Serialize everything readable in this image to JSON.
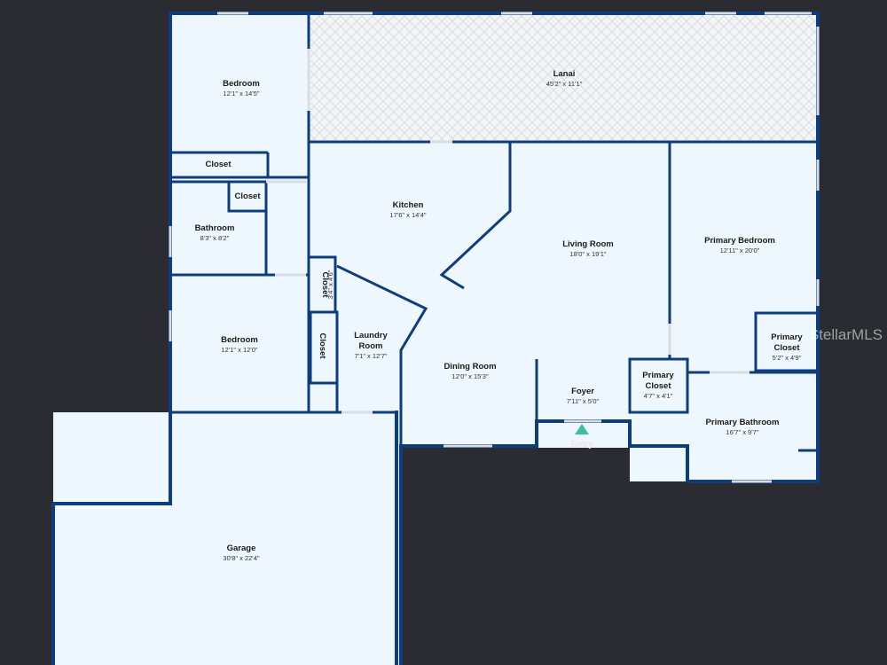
{
  "rooms": {
    "lanai": {
      "name": "Lanai",
      "dim": "45'2\" x 11'1\""
    },
    "bedroom_top": {
      "name": "Bedroom",
      "dim": "12'1\" x 14'5\""
    },
    "closet_a": {
      "name": "Closet"
    },
    "closet_b": {
      "name": "Closet"
    },
    "bathroom": {
      "name": "Bathroom",
      "dim": "8'3\" x 8'2\""
    },
    "kitchen": {
      "name": "Kitchen",
      "dim": "17'6\" x 14'4\""
    },
    "living": {
      "name": "Living Room",
      "dim": "18'0\" x 19'1\""
    },
    "primary_bedroom": {
      "name": "Primary Bedroom",
      "dim": "12'11\" x 20'0\""
    },
    "closet_small": {
      "name": "Closet",
      "dim": "3'4\" x 4'6\""
    },
    "closet_vertical": {
      "name": "Closet"
    },
    "laundry": {
      "name_line1": "Laundry",
      "name_line2": "Room",
      "dim": "7'1\" x 12'7\""
    },
    "bedroom_mid": {
      "name": "Bedroom",
      "dim": "12'1\" x 12'0\""
    },
    "dining": {
      "name": "Dining Room",
      "dim": "12'0\" x 15'3\""
    },
    "foyer": {
      "name": "Foyer",
      "dim": "7'11\" x 5'0\""
    },
    "primary_closet_a": {
      "name_line1": "Primary",
      "name_line2": "Closet",
      "dim": "4'7\" x 4'1\""
    },
    "primary_closet_b": {
      "name_line1": "Primary",
      "name_line2": "Closet",
      "dim": "5'2\" x 4'9\""
    },
    "primary_bathroom": {
      "name": "Primary Bathroom",
      "dim": "16'7\" x 9'7\""
    },
    "garage": {
      "name": "Garage",
      "dim": "30'8\" x 22'4\""
    }
  },
  "entry": {
    "label": "Entry"
  },
  "watermark": {
    "text": "StellarMLS"
  },
  "colors": {
    "floor": "#eef7fd",
    "wall": "#0d3d7d",
    "background": "#2b2c31",
    "entry_arrow": "#3fbf9a"
  }
}
